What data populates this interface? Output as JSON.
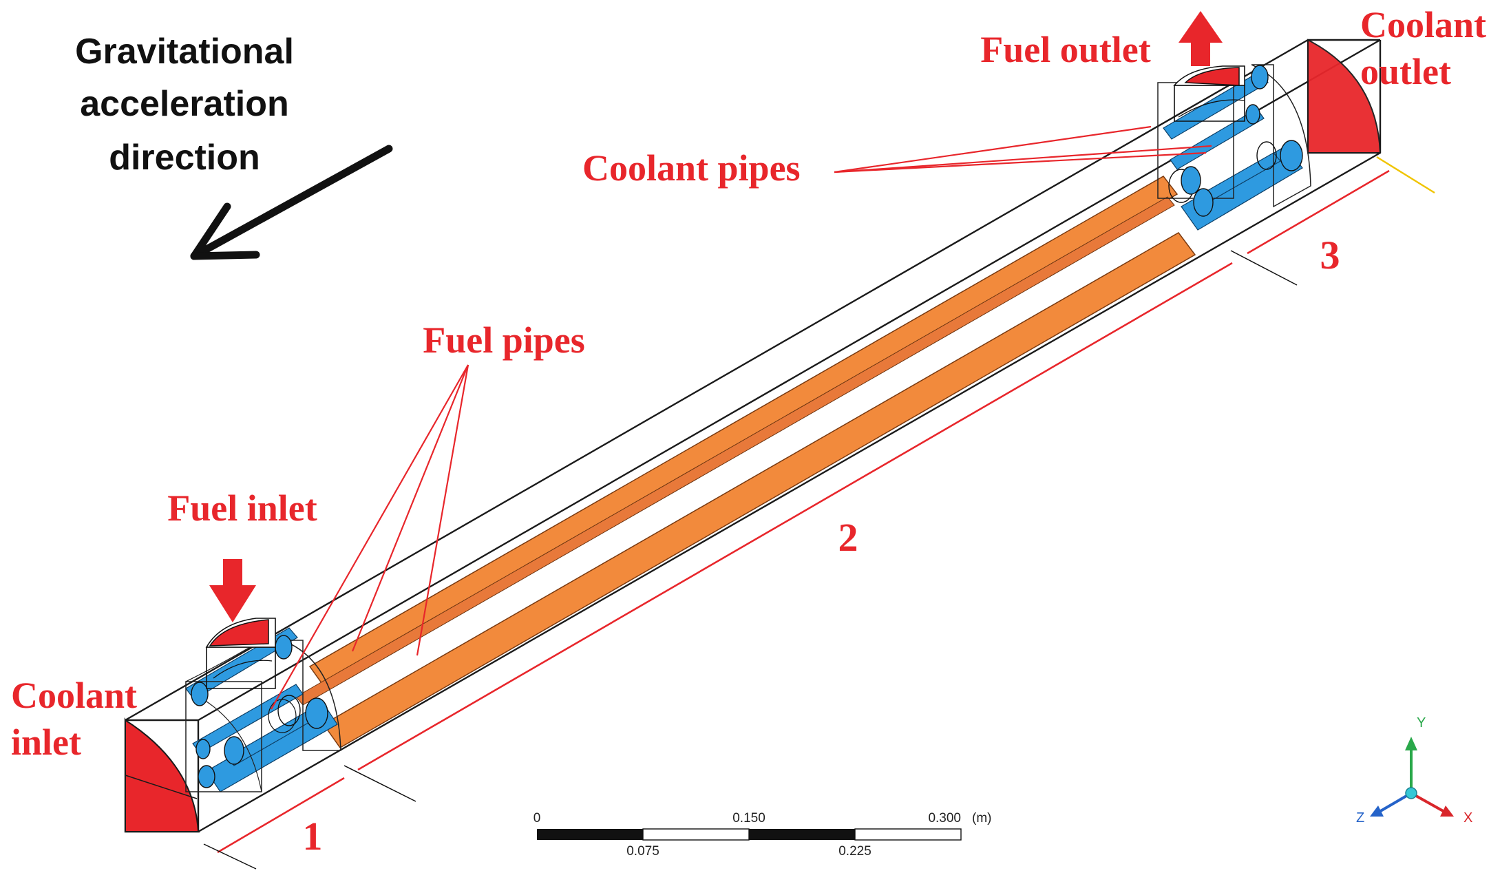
{
  "gravity": {
    "lines": [
      "Gravitational",
      "acceleration",
      "direction"
    ]
  },
  "labels": {
    "fuel_outlet": "Fuel outlet",
    "coolant_outlet": [
      "Coolant",
      "outlet"
    ],
    "coolant_pipes": "Coolant pipes",
    "fuel_pipes": "Fuel pipes",
    "fuel_inlet": "Fuel inlet",
    "coolant_inlet": [
      "Coolant",
      "inlet"
    ]
  },
  "sections": [
    "1",
    "2",
    "3"
  ],
  "scale_bar": {
    "top_ticks": [
      "0",
      "0.150",
      "0.300"
    ],
    "unit": "(m)",
    "bottom_ticks": [
      "0.075",
      "0.225"
    ]
  },
  "axes": {
    "y": "Y",
    "z": "Z",
    "x": "X"
  },
  "colors": {
    "label_red": "#e8262b",
    "fuel_pipe_orange": "#f28a3c",
    "coolant_blue": "#2e9ae0",
    "inlet_outlet_red": "#e8262b",
    "axis_x": "#d9262b",
    "axis_y": "#2aa84a",
    "axis_z": "#2563c9"
  }
}
